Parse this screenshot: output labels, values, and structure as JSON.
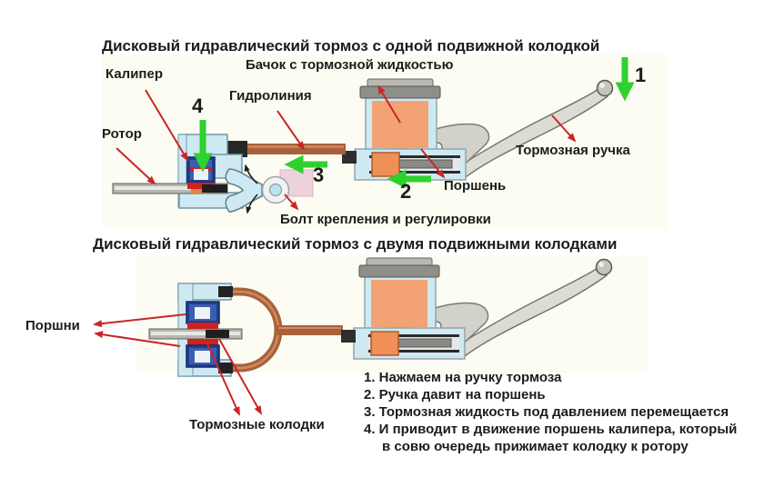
{
  "diagram1": {
    "title": "Дисковый гидравлический тормоз с одной подвижной колодкой",
    "labels": {
      "caliper": "Калипер",
      "reservoir": "Бачок с тормозной жидкостью",
      "hydroline": "Гидролиния",
      "rotor": "Ротор",
      "brake_lever": "Тормозная ручка",
      "piston": "Поршень",
      "bolt": "Болт крепления и регулировки"
    },
    "step_numbers": {
      "n1": "1",
      "n2": "2",
      "n3": "3",
      "n4": "4"
    }
  },
  "diagram2": {
    "title": "Дисковый гидравлический тормоз с двумя подвижными колодками",
    "labels": {
      "pistons": "Поршни",
      "brake_pads": "Тормозные колодки"
    }
  },
  "instructions": {
    "lines": [
      "1. Нажмаем на ручку тормоза",
      "2. Ручка давит на поршень",
      "3. Тормозная жидкость под давлением перемещается",
      "4. И приводит в движение поршень калипера, который",
      "в совю очередь прижимает колодку к ротору"
    ]
  },
  "colors": {
    "green_arrow": "#2ed12e",
    "red_arrow": "#c92626",
    "copper_line": "#a8613c",
    "caliper_body_blue": "#cfe9f2",
    "piston_navy": "#1e3f8f",
    "pad_red": "#d02020",
    "fluid_orange": "#f2a273",
    "metal_gray": "#dcdcd5",
    "pink_mount": "#edd2dc",
    "text_black": "#1c1c1c"
  }
}
